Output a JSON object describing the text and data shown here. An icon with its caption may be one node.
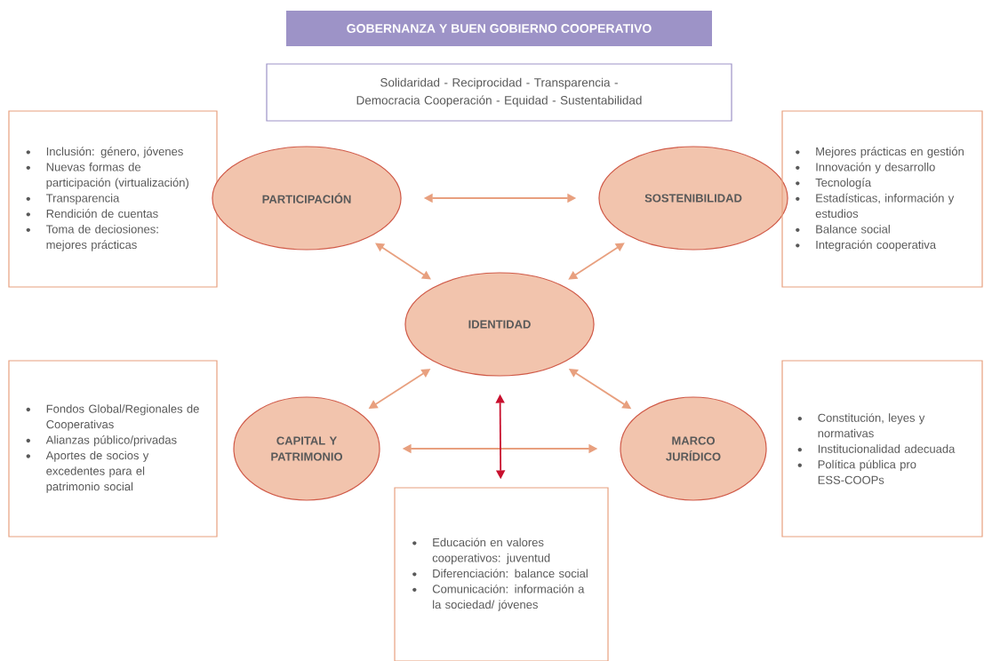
{
  "diagram": {
    "title": "GOBERNANZA Y BUEN GOBIERNO COOPERATIVO",
    "nodes": [
      {
        "text": [
          "Solidaridad - Reciprocidad - Transparencia - Democracia Cooperación - Equidad - Sustentabilidad"
        ]
      },
      {
        "text": [
          "Inclusión: género, jóvenes",
          "Nuevas formas de participación (virtualización)",
          "Transparencia",
          "Rendición de cuentas",
          "Toma de deciosiones: mejores prácticas"
        ]
      },
      {
        "text": [
          "PARTICIPACIÓN"
        ]
      },
      {
        "text": [
          "SOSTENIBILIDAD"
        ]
      },
      {
        "text": [
          "Mejores prácticas en gestión",
          "Innovación y desarrollo",
          "Tecnología",
          "Estadísticas, información y estudios",
          "Balance social",
          "Integración cooperativa"
        ]
      },
      {
        "text": [
          "IDENTIDAD"
        ]
      },
      {
        "text": [
          "Fondos Global/Regionales de Cooperativas",
          "Alianzas público/privadas",
          "Aportes de socios y excedentes para el patrimonio social"
        ]
      },
      {
        "text": [
          "CAPITAL Y PATRIMONIO"
        ]
      },
      {
        "text": [
          "MARCO JURÍDICO"
        ]
      },
      {
        "text": [
          "Constitución, leyes y normativas",
          "Institucionalidad adecuada",
          "Política pública pro ESS-COOPs"
        ]
      },
      {
        "text": [
          "Educación en valores cooperativos: juventud",
          "Diferenciación: balance social",
          "Comunicación: información a la sociedad/ jóvenes"
        ]
      }
    ],
    "edges": [
      {
        "from": 2,
        "to": 3,
        "arrow": "both"
      },
      {
        "from": 2,
        "to": 5,
        "arrow": "both"
      },
      {
        "from": 3,
        "to": 5,
        "arrow": "both"
      },
      {
        "from": 7,
        "to": 5,
        "arrow": "both"
      },
      {
        "from": 8,
        "to": 5,
        "arrow": "both"
      },
      {
        "from": 7,
        "to": 8,
        "arrow": "both"
      },
      {
        "from": 5,
        "to": 10,
        "arrow": "both",
        "color": "#c8102e"
      }
    ]
  }
}
